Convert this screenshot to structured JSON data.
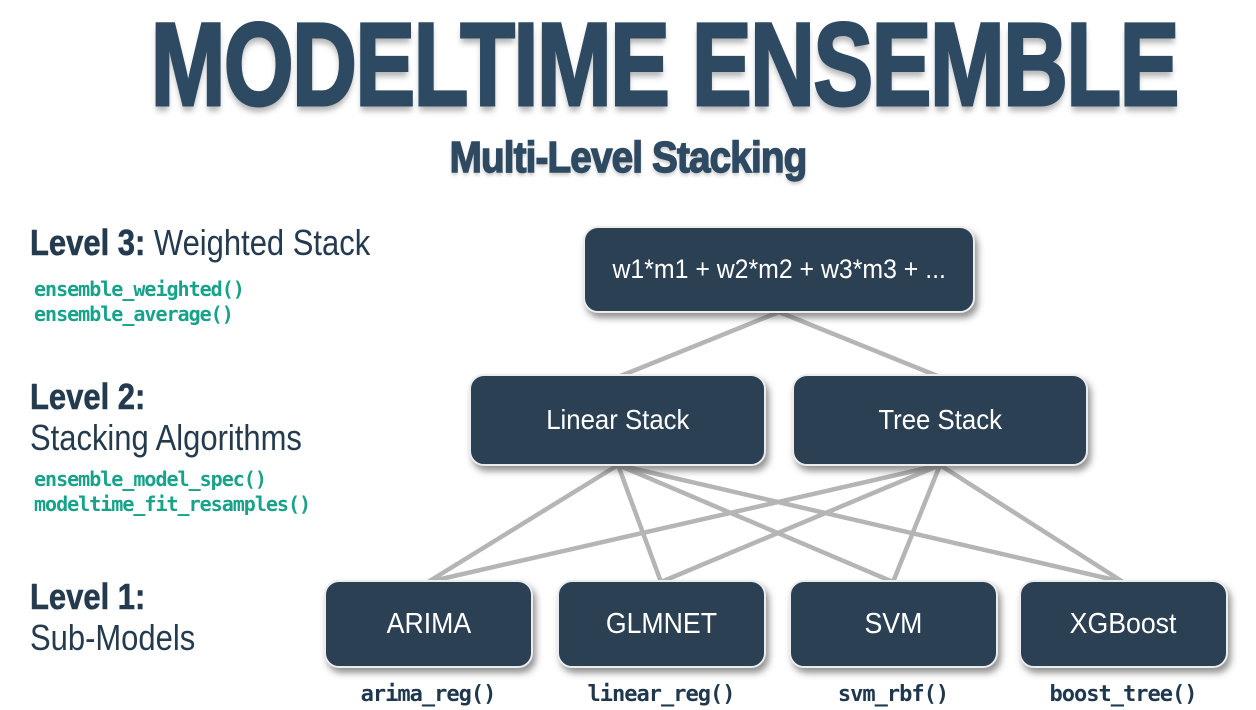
{
  "title": "MODELTIME ENSEMBLE",
  "subtitle": "Multi-Level Stacking",
  "levels": [
    {
      "label_bold": "Level 3:",
      "label_rest": "Weighted Stack",
      "functions": [
        "ensemble_weighted()",
        "ensemble_average()"
      ]
    },
    {
      "label_bold": "Level 2:",
      "label_rest": "Stacking Algorithms",
      "functions": [
        "ensemble_model_spec()",
        "modeltime_fit_resamples()"
      ]
    },
    {
      "label_bold": "Level 1:",
      "label_rest": "Sub-Models",
      "functions": []
    }
  ],
  "nodes": {
    "weighted": {
      "label": "w1*m1 + w2*m2 + w3*m3 + ..."
    },
    "linear_stack": {
      "label": "Linear Stack"
    },
    "tree_stack": {
      "label": "Tree Stack"
    },
    "arima": {
      "label": "ARIMA",
      "code": "arima_reg()"
    },
    "glmnet": {
      "label": "GLMNET",
      "code": "linear_reg()"
    },
    "svm": {
      "label": "SVM",
      "code": "svm_rbf()"
    },
    "xgboost": {
      "label": "XGBoost",
      "code": "boost_tree()"
    }
  },
  "edges": [
    [
      "weighted",
      "linear_stack"
    ],
    [
      "weighted",
      "tree_stack"
    ],
    [
      "linear_stack",
      "arima"
    ],
    [
      "linear_stack",
      "glmnet"
    ],
    [
      "linear_stack",
      "svm"
    ],
    [
      "linear_stack",
      "xgboost"
    ],
    [
      "tree_stack",
      "arima"
    ],
    [
      "tree_stack",
      "glmnet"
    ],
    [
      "tree_stack",
      "svm"
    ],
    [
      "tree_stack",
      "xgboost"
    ]
  ],
  "colors": {
    "heading": "#2e4a63",
    "label": "#243a4f",
    "box_fill": "#2c4054",
    "box_border": "#ececec",
    "code_teal": "#17a38a",
    "code_dark": "#20384e",
    "connector": "#b5b5b5"
  }
}
